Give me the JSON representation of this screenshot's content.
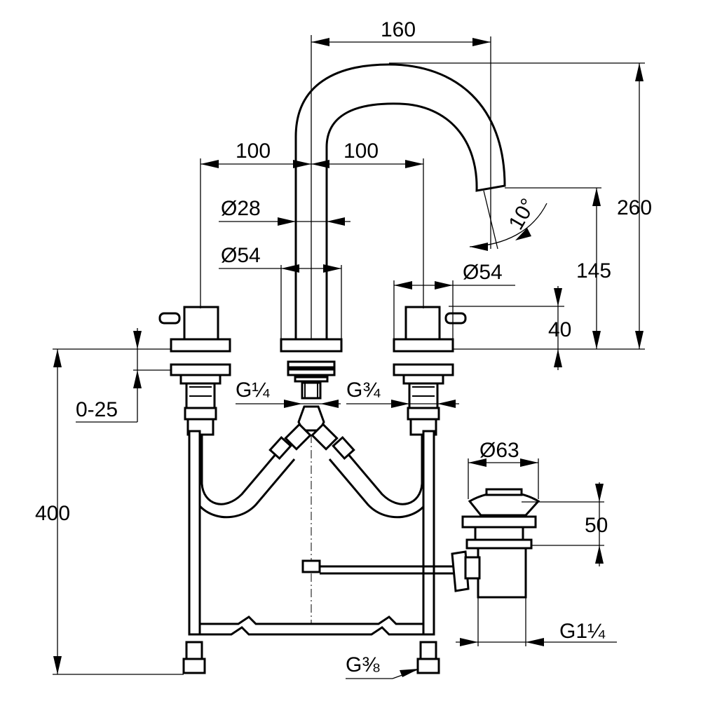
{
  "diagram": {
    "labels": {
      "spout_reach": "160",
      "left_spacing": "100",
      "right_spacing": "100",
      "spout_diameter": "Ø28",
      "body_diameter": "Ø54",
      "valve_diameter": "Ø54",
      "spout_angle": "10°",
      "total_height": "260",
      "spout_height": "145",
      "handle_height": "40",
      "adjustment": "0-25",
      "thread_center": "G¼",
      "thread_valve": "G¾",
      "drain_diameter": "Ø63",
      "drain_height": "50",
      "hose_length": "400",
      "drain_thread": "G1¼",
      "supply_thread": "G⅜"
    }
  }
}
